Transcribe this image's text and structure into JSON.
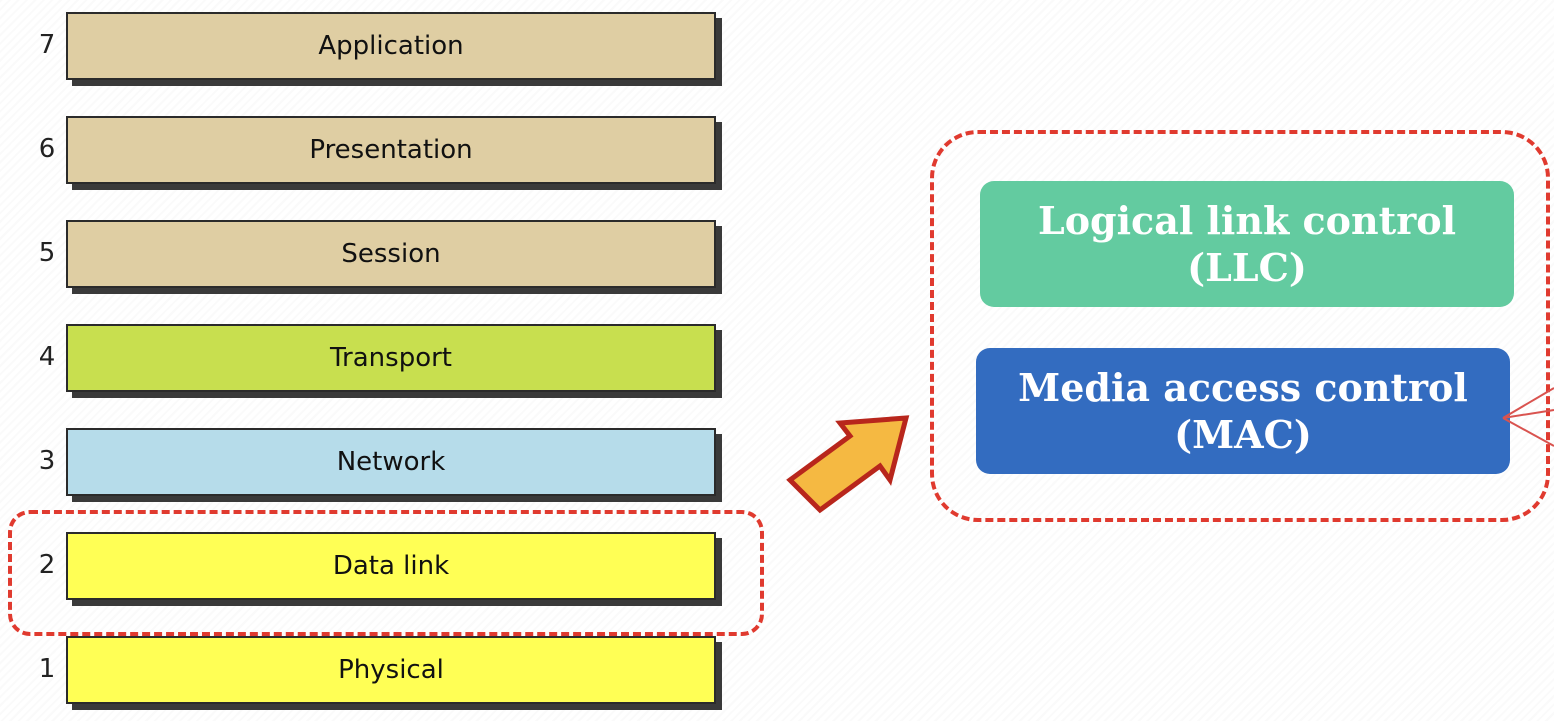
{
  "osi_layers": [
    {
      "number": "7",
      "name": "Application",
      "color": "#dfcea3"
    },
    {
      "number": "6",
      "name": "Presentation",
      "color": "#dfcea3"
    },
    {
      "number": "5",
      "name": "Session",
      "color": "#dfcea3"
    },
    {
      "number": "4",
      "name": "Transport",
      "color": "#c8df4f"
    },
    {
      "number": "3",
      "name": "Network",
      "color": "#b6dcea"
    },
    {
      "number": "2",
      "name": "Data link",
      "color": "#ffff55"
    },
    {
      "number": "1",
      "name": "Physical",
      "color": "#ffff55"
    }
  ],
  "highlight_color": "#e03a2f",
  "sublayers": {
    "llc": {
      "line1": "Logical link control",
      "line2": "(LLC)",
      "color": "#63cba0"
    },
    "mac": {
      "line1": "Media access control",
      "line2": "(MAC)",
      "color": "#336cc0"
    }
  },
  "arrow": {
    "fill": "#f5b942",
    "stroke": "#b8261c"
  }
}
